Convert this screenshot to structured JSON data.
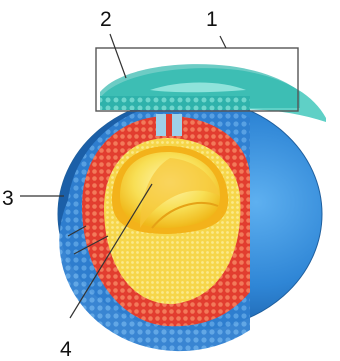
{
  "labels": {
    "l1": "1",
    "l2": "2",
    "l3": "3",
    "l4": "4"
  },
  "colors": {
    "outer_layer": "#2f7fd0",
    "outer_layer_highlight": "#5aa8ea",
    "middle_layer": "#e8473a",
    "inner_layer": "#f3b21a",
    "core": "#f9e46a",
    "cap": "#3bbfb6",
    "outline": "#333333"
  }
}
